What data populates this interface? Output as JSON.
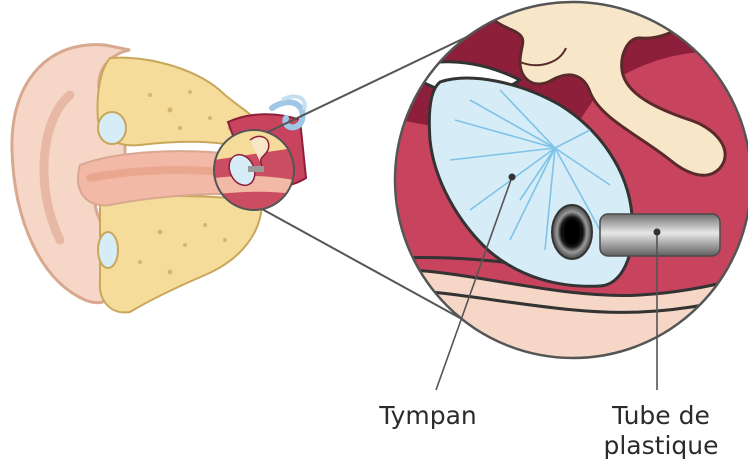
{
  "labels": {
    "eardrum": "Tympan",
    "tube_line1": "Tube de",
    "tube_line2": "plastique"
  },
  "colors": {
    "skin": "#f6d6c6",
    "skin_outline": "#d8a890",
    "bone": "#f5dc9a",
    "bone_outline": "#c9a75a",
    "canal": "#f2b9a6",
    "middle_ear": "#c8445e",
    "middle_ear_dark": "#8e1f3a",
    "ossicle": "#f7e6c8",
    "eardrum": "#d6ecf7",
    "eardrum_lines": "#7fc3e8",
    "tube_gray": "#9a9a9a",
    "leader_line": "#555555"
  }
}
